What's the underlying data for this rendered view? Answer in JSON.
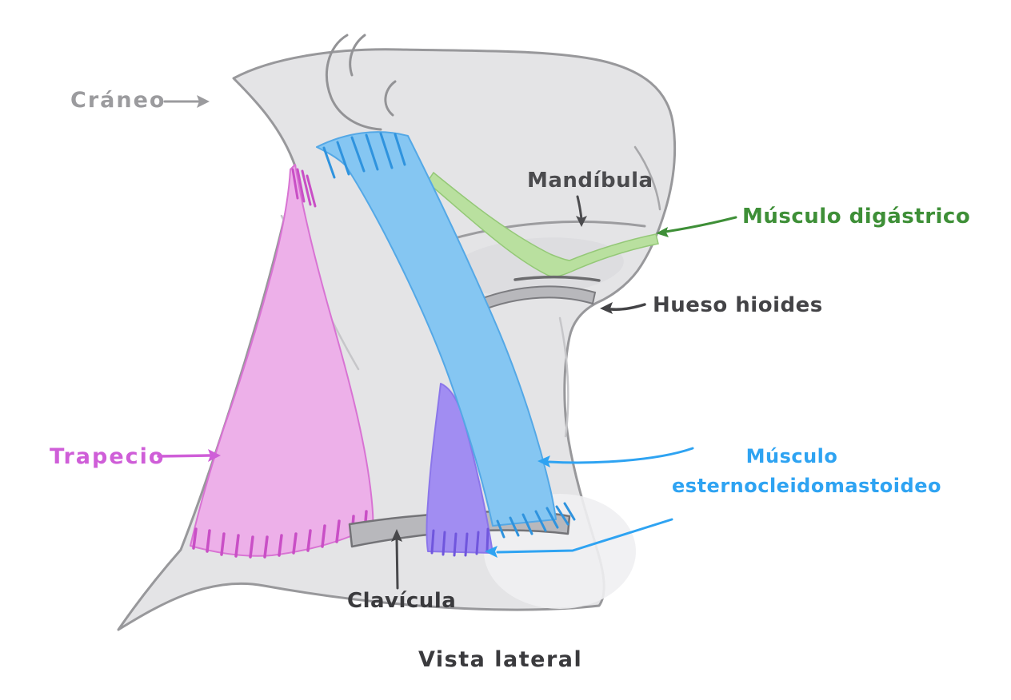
{
  "figure": {
    "caption": "Vista lateral"
  },
  "labels": {
    "craneo": "Cráneo",
    "mandibula": "Mandíbula",
    "musculo_digastrico": "Músculo digástrico",
    "hueso_hioides": "Hueso hioides",
    "trapecio": "Trapecio",
    "scm_line1": "Músculo",
    "scm_line2": "esternocleidomastoideo",
    "clavicula": "Clavícula"
  },
  "colors": {
    "background": "#ffffff",
    "body_fill": "#e4e4e6",
    "outline": "#98989b",
    "trapezius_fill": "#edb0e9",
    "trapezius_accent": "#c94fc6",
    "scm_fill": "#85c6f2",
    "scm_accent": "#2f93de",
    "clavicular_head_fill": "#a18df2",
    "clavicular_head_accent": "#7056dd",
    "digastric_fill": "#b9e09f",
    "digastric_label": "#3e8f37",
    "bone_fill": "#b8b8bc",
    "label_dark": "#4b4b4e",
    "label_gray": "#9b9b9e",
    "trapecio_label": "#cf5ed8",
    "scm_label": "#2ea3f2"
  }
}
